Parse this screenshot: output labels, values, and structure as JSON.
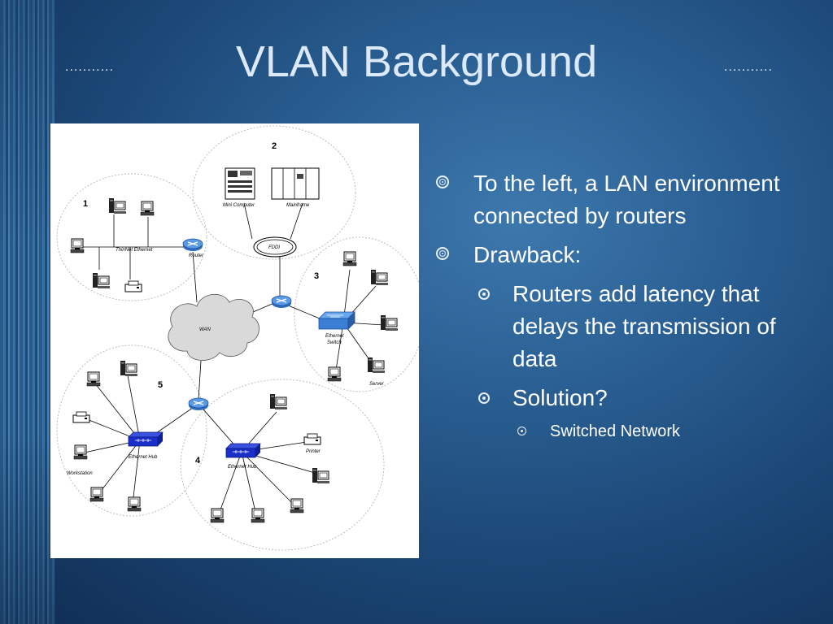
{
  "slide": {
    "title": "VLAN Background",
    "dots_left": "...........",
    "dots_right": "..........."
  },
  "bullets": [
    {
      "level": 1,
      "text": "To the left, a LAN environment connected by routers"
    },
    {
      "level": 1,
      "text": "Drawback:"
    },
    {
      "level": 2,
      "text": "Routers add latency that delays the transmission of data"
    },
    {
      "level": 2,
      "text": "Solution?"
    },
    {
      "level": 3,
      "text": "Switched Network"
    }
  ],
  "diagram": {
    "segment_numbers": [
      "1",
      "2",
      "3",
      "4",
      "5"
    ],
    "labels": {
      "thinnet": "ThinNet Ethernet",
      "router": "Router",
      "minicomputer": "Mini Computer",
      "mainframe": "Mainframe",
      "fddi": "FDDI",
      "wan": "WAN",
      "ethernet_switch_1": "Ethernet",
      "ethernet_switch_2": "Switch",
      "server": "Server",
      "ethernet_hub_a": "Ethernet Hub",
      "ethernet_hub_b": "Ethernet Hub",
      "workstation": "Workstation",
      "printer": "Printer"
    }
  },
  "colors": {
    "accent_blue": "#2a5f93",
    "device_blue": "#3b7fd4",
    "hub_blue": "#1a2fc8"
  }
}
